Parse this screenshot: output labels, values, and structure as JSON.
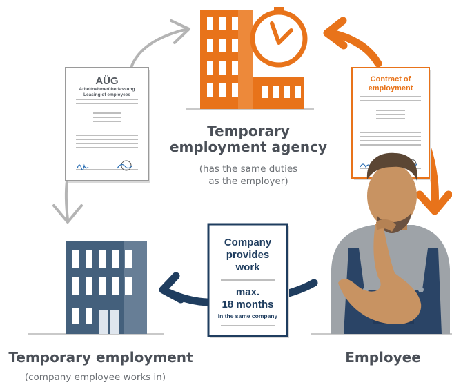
{
  "agency": {
    "title_line1": "Temporary",
    "title_line2": "employment agency",
    "note_line1": "(has the same duties",
    "note_line2": "as the employer)"
  },
  "company": {
    "title": "Temporary employment",
    "note": "(company employee works in)"
  },
  "employee": {
    "title": "Employee"
  },
  "aug_document": {
    "heading": "AÜG",
    "line1": "Arbeitnehmerüberlassung",
    "line2": "Leasing of employees"
  },
  "contract_document": {
    "line1": "Contract of",
    "line2": "employment"
  },
  "company_card": {
    "line1": "Company",
    "line2": "provides",
    "line3": "work",
    "line4": "max.",
    "line5": "18 months",
    "line6": "in the same company"
  },
  "colors": {
    "orange": "#e8731a",
    "navy": "#1f3d5f",
    "grey_arrow": "#b4b4b4",
    "slate_building": "#44607c"
  }
}
